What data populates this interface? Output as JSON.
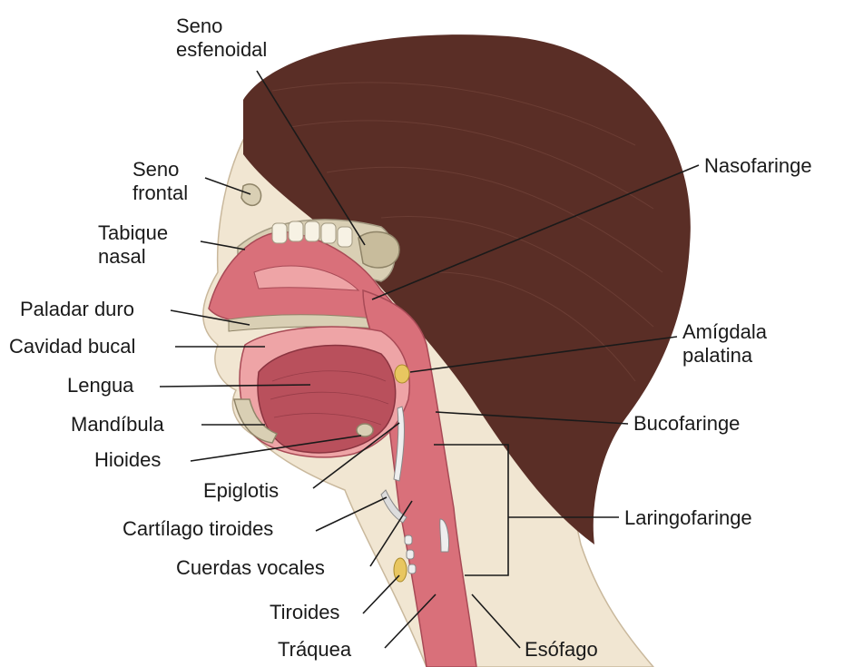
{
  "labels": {
    "seno_esfenoidal": [
      "Seno",
      "esfenoidal"
    ],
    "seno_frontal": [
      "Seno",
      "frontal"
    ],
    "tabique_nasal": [
      "Tabique",
      "nasal"
    ],
    "paladar_duro": "Paladar duro",
    "cavidad_bucal": "Cavidad bucal",
    "lengua": "Lengua",
    "mandibula": "Mandíbula",
    "hioides": "Hioides",
    "epiglotis": "Epiglotis",
    "cartilago_tiroides": "Cartílago tiroides",
    "cuerdas_vocales": "Cuerdas vocales",
    "tiroides": "Tiroides",
    "traquea": "Tráquea",
    "esofago": "Esófago",
    "nasofaringe": "Nasofaringe",
    "amigdala_palatina": [
      "Amígdala",
      "palatina"
    ],
    "bucofaringe": "Bucofaringe",
    "laringofaringe": "Laringofaringe"
  },
  "colors": {
    "hair": "#5a2e26",
    "skin": "#f1e6d2",
    "bone": "#d9cfb4",
    "mucosa": "#d9707a",
    "mucosa_light": "#eea4a6",
    "tongue": "#b9505c",
    "leader": "#1a1a1a"
  }
}
